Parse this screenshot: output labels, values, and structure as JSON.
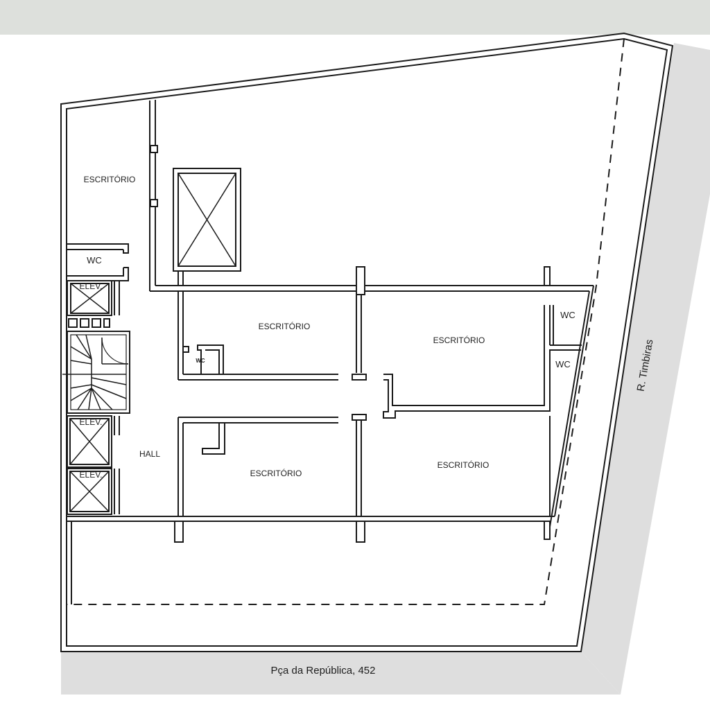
{
  "colors": {
    "header_band": "#dde0dc",
    "street_gray": "#dedede",
    "wall": "#1a1a1a",
    "background": "#ffffff"
  },
  "rooms": {
    "office_top_left": "ESCRITÓRIO",
    "office_center_upper": "ESCRITÓRIO",
    "office_right_upper": "ESCRITÓRIO",
    "office_center_lower": "ESCRITÓRIO",
    "office_right_lower": "ESCRITÓRIO",
    "wc_left": "WC",
    "wc_small": "WC",
    "wc_right_top": "WC",
    "wc_right_bottom": "WC",
    "elev_1": "ELEV.",
    "elev_2": "ELEV.",
    "elev_3": "ELEV.",
    "hall": "HALL"
  },
  "streets": {
    "bottom": "Pça da República, 452",
    "right": "R. Timbiras"
  },
  "icons": {
    "void": "crossed-box-icon",
    "elevator": "crossed-box-icon",
    "stair": "spiral-stair-icon"
  }
}
